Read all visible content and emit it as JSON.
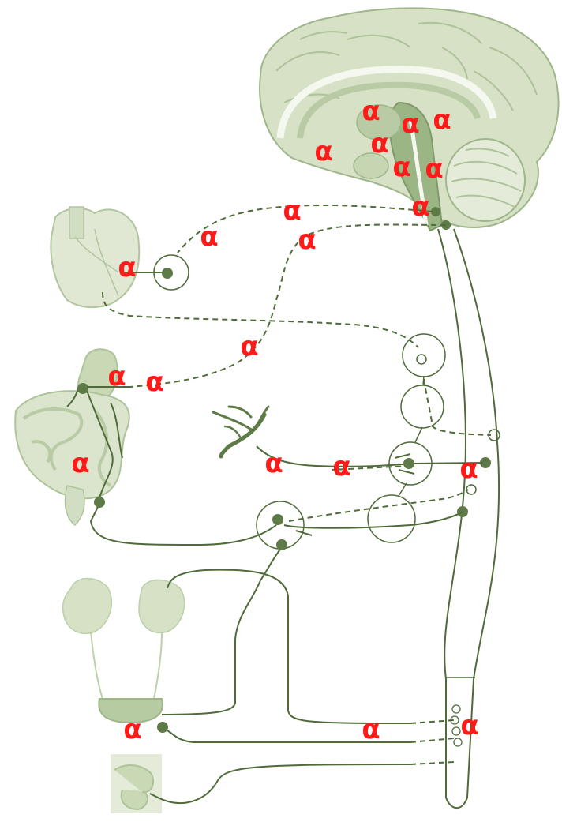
{
  "diagram": {
    "marker_symbol": "α",
    "colors": {
      "nerve": "#4f6b3a",
      "organ_fill": "#d6e1c6",
      "organ_dark": "#b9cba4",
      "organ_stroke": "#9fb68a",
      "neuron": "#5d7a47",
      "label": "#ff1a1a"
    },
    "organs": [
      {
        "name": "brain"
      },
      {
        "name": "heart"
      },
      {
        "name": "stomach-intestines"
      },
      {
        "name": "blood-vessels"
      },
      {
        "name": "kidneys-bladder"
      },
      {
        "name": "reproductive-organs"
      },
      {
        "name": "spinal-cord"
      }
    ],
    "labels": [
      "α",
      "α",
      "α",
      "α",
      "α",
      "α",
      "α",
      "α",
      "α",
      "α",
      "α",
      "α",
      "α",
      "α",
      "α",
      "α",
      "α",
      "α",
      "α",
      "α",
      "α",
      "α"
    ]
  }
}
